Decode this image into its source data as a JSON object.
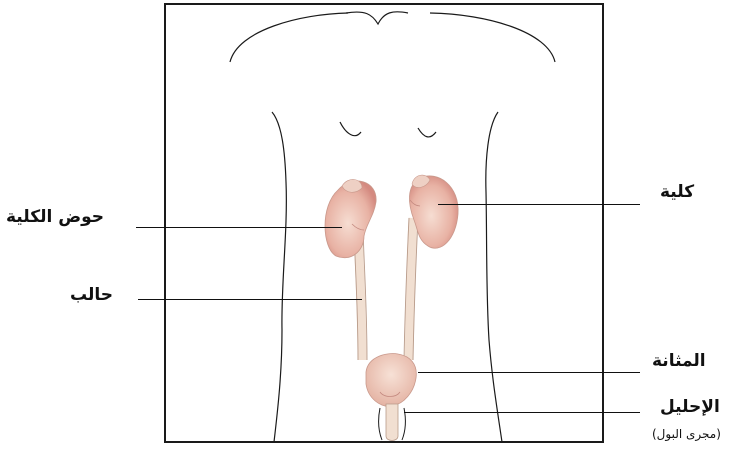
{
  "labels": {
    "kidney": "كلية",
    "renal_pelvis": "حوض الكلية",
    "ureter": "حالب",
    "bladder": "المثانة",
    "urethra": "الإحليل",
    "urethra_note": "(مجرى البول)"
  },
  "colors": {
    "organ_fill": "#eab8a8",
    "organ_dark": "#d98e84",
    "tube": "#f2e0d2",
    "outline": "#1a1a1a"
  }
}
